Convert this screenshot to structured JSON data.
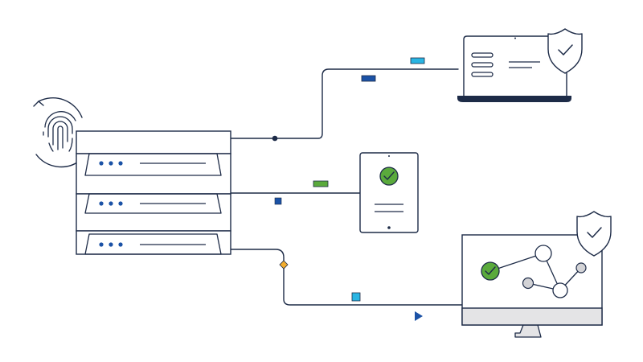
{
  "colors": {
    "navy": "#1d2b47",
    "blue": "#1b52a6",
    "cyan": "#29b5e3",
    "green": "#5aaa3c",
    "amber": "#f2ad2e",
    "grey_fill": "#e4e4e6",
    "light_grey": "#d3d3d6",
    "background": "#ffffff"
  },
  "icons": {
    "biometric": "fingerprint-icon",
    "refresh": "refresh-arrows-icon",
    "security": "shield-check-icon",
    "verified": "check-circle-icon",
    "network": "network-graph-icon",
    "play": "play-icon"
  },
  "diagram": {
    "server_units": 3,
    "endpoints": [
      "laptop",
      "tablet",
      "desktop-monitor"
    ],
    "connections": [
      {
        "from": "server-rack",
        "to": "laptop"
      },
      {
        "from": "server-rack",
        "to": "tablet"
      },
      {
        "from": "server-rack",
        "to": "desktop-monitor"
      }
    ]
  }
}
